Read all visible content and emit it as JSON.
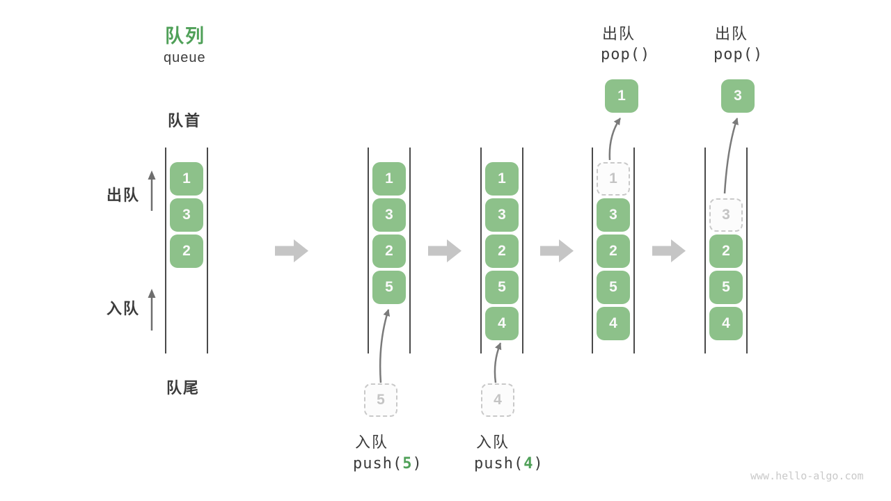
{
  "header": {
    "title_zh": "队列",
    "title_en": "queue"
  },
  "labels": {
    "front": "队首",
    "rear": "队尾",
    "dequeue": "出队",
    "enqueue": "入队"
  },
  "states": [
    {
      "cells": [
        {
          "value": "1"
        },
        {
          "value": "3"
        },
        {
          "value": "2"
        }
      ]
    },
    {
      "cells": [
        {
          "value": "1"
        },
        {
          "value": "3"
        },
        {
          "value": "2"
        },
        {
          "value": "5"
        }
      ]
    },
    {
      "cells": [
        {
          "value": "1"
        },
        {
          "value": "3"
        },
        {
          "value": "2"
        },
        {
          "value": "5"
        },
        {
          "value": "4"
        }
      ]
    },
    {
      "cells": [
        {
          "value": "1",
          "popped": true
        },
        {
          "value": "3"
        },
        {
          "value": "2"
        },
        {
          "value": "5"
        },
        {
          "value": "4"
        }
      ]
    },
    {
      "cells": [
        {
          "value": "3",
          "popped": true
        },
        {
          "value": "2"
        },
        {
          "value": "5"
        },
        {
          "value": "4"
        }
      ]
    }
  ],
  "push_annotations": [
    {
      "zh": "入队",
      "code_open": "push(",
      "arg": "5",
      "code_close": ")",
      "pending_value": "5"
    },
    {
      "zh": "入队",
      "code_open": "push(",
      "arg": "4",
      "code_close": ")",
      "pending_value": "4"
    }
  ],
  "pop_annotations": [
    {
      "zh": "出队",
      "code": "pop()",
      "value": "1"
    },
    {
      "zh": "出队",
      "code": "pop()",
      "value": "3"
    }
  ],
  "watermark": "www.hello-algo.com",
  "colors": {
    "accent_green": "#8DC18A",
    "accent_green_text": "#4FA058",
    "dark_text": "#3C3C3C",
    "track_line": "#4A4A4A",
    "block_arrow_gray": "#C5C5C5",
    "thin_arrow_gray": "#757575",
    "dashed_border": "#C9C9C9",
    "dashed_text": "#C4C4C4",
    "watermark_gray": "#C9C9C9"
  },
  "icons": {
    "transition_arrow": "block-right-arrow",
    "dequeue_direction_arrow": "thin-up-arrow",
    "enqueue_direction_arrow": "thin-up-arrow",
    "push_arrow": "curved-up-arrow",
    "pop_arrow": "curved-up-arrow"
  }
}
